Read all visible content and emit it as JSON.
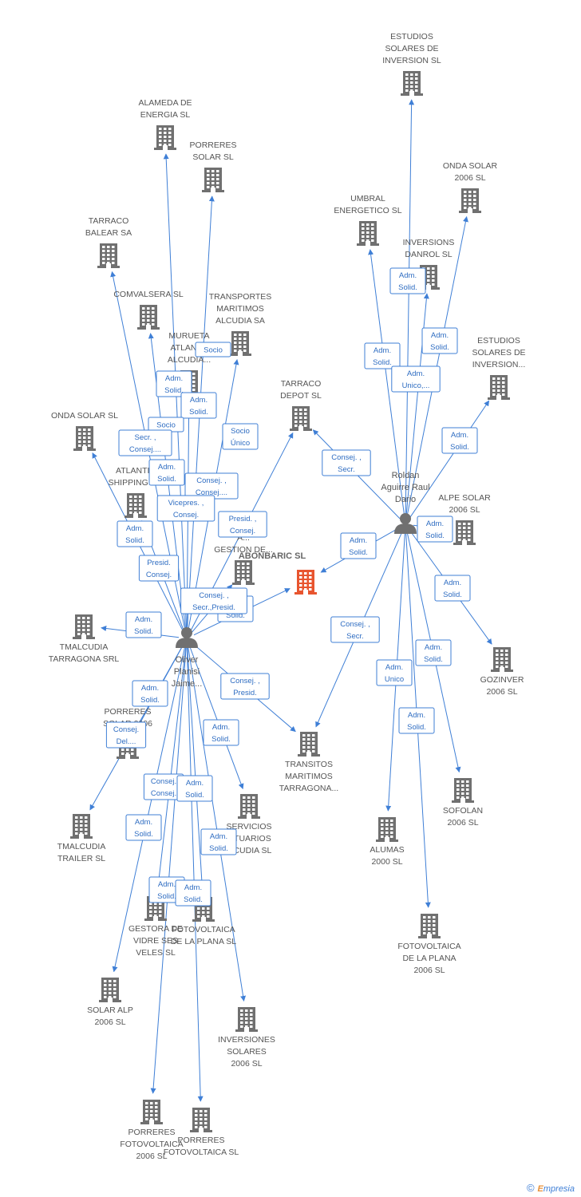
{
  "colors": {
    "edge": "#3f7fd6",
    "company": "#707070",
    "focus_company": "#e8552f",
    "person": "#707070"
  },
  "footer": {
    "copyright_symbol": "©",
    "brand_initial": "E",
    "brand_rest": "mpresia"
  },
  "companies": [
    {
      "id": "c1",
      "label": [
        "ESTUDIOS",
        "SOLARES DE",
        "INVERSION SL"
      ]
    },
    {
      "id": "c2",
      "label": [
        "ALAMEDA DE",
        "ENERGIA SL"
      ]
    },
    {
      "id": "c3",
      "label": [
        "PORRERES",
        "SOLAR SL"
      ]
    },
    {
      "id": "c4",
      "label": [
        "ONDA SOLAR",
        "2006 SL"
      ]
    },
    {
      "id": "c5",
      "label": [
        "UMBRAL",
        "ENERGETICO SL"
      ]
    },
    {
      "id": "c6",
      "label": [
        "TARRACO",
        "BALEAR SA"
      ]
    },
    {
      "id": "c7",
      "label": [
        "INVERSIONS",
        "DANROL  SL"
      ]
    },
    {
      "id": "c8",
      "label": [
        "COMVALSERA SL"
      ]
    },
    {
      "id": "c9",
      "label": [
        "TRANSPORTES",
        "MARITIMOS",
        "ALCUDIA SA"
      ]
    },
    {
      "id": "c10",
      "label": [
        "ESTUDIOS",
        "SOLARES DE",
        "INVERSION..."
      ]
    },
    {
      "id": "c11",
      "label": [
        "MURUETA",
        "ATLANT...",
        "ALCUDIA..."
      ]
    },
    {
      "id": "c12",
      "label": [
        "TARRACO",
        "DEPOT SL"
      ]
    },
    {
      "id": "c13",
      "label": [
        "ONDA SOLAR SL"
      ]
    },
    {
      "id": "c14",
      "label": [
        "ATLANTIC",
        "SHIPPING S..."
      ]
    },
    {
      "id": "c15",
      "label": [
        "ALPE SOLAR",
        "2006 SL"
      ]
    },
    {
      "id": "c16",
      "label": [
        "A...",
        "GESTION DE..."
      ]
    },
    {
      "id": "c17",
      "label": [
        "ABONBARIC SL"
      ],
      "focus": true
    },
    {
      "id": "c18",
      "label": [
        "TMALCUDIA",
        "TARRAGONA SRL"
      ]
    },
    {
      "id": "c19",
      "label": [
        "GOZINVER",
        "2006 SL"
      ]
    },
    {
      "id": "c20",
      "label": [
        "TRANSITOS",
        "MARITIMOS",
        "TARRAGONA..."
      ]
    },
    {
      "id": "c21",
      "label": [
        "PORRERES",
        "SOLAR 2006"
      ]
    },
    {
      "id": "c22",
      "label": [
        "SERVICIOS",
        "...TUARIOS",
        "...CUDIA SL"
      ]
    },
    {
      "id": "c23",
      "label": [
        "SOFOLAN",
        "2006 SL"
      ]
    },
    {
      "id": "c24",
      "label": [
        "TMALCUDIA",
        "TRAILER SL"
      ]
    },
    {
      "id": "c25",
      "label": [
        "ALUMAS",
        "2000 SL"
      ]
    },
    {
      "id": "c26",
      "label": [
        "GESTORA DE",
        "VIDRE SES",
        "VELES SL"
      ]
    },
    {
      "id": "c27",
      "label": [
        "FOTOVOLTAICA",
        "DE LA PLANA SL"
      ]
    },
    {
      "id": "c28",
      "label": [
        "FOTOVOLTAICA",
        "DE LA PLANA",
        "2006 SL"
      ]
    },
    {
      "id": "c29",
      "label": [
        "SOLAR ALP",
        "2006 SL"
      ]
    },
    {
      "id": "c30",
      "label": [
        "INVERSIONES",
        "SOLARES",
        "2006 SL"
      ]
    },
    {
      "id": "c31",
      "label": [
        "PORRERES",
        "FOTOVOLTAICA",
        "2006 SL"
      ]
    },
    {
      "id": "c32",
      "label": [
        "PORRERES",
        "FOTOVOLTAICA SL"
      ]
    }
  ],
  "persons": [
    {
      "id": "p1",
      "label": [
        "Oliver",
        "Planisi",
        "Jaime..."
      ]
    },
    {
      "id": "p2",
      "label": [
        "Roldan",
        "Aguirre Raul",
        "Dario"
      ]
    }
  ],
  "edges": [
    {
      "from": "p1",
      "to": "c2"
    },
    {
      "from": "p1",
      "to": "c3"
    },
    {
      "from": "p1",
      "to": "c6"
    },
    {
      "from": "p1",
      "to": "c8"
    },
    {
      "from": "p1",
      "to": "c9"
    },
    {
      "from": "p1",
      "to": "c11"
    },
    {
      "from": "p1",
      "to": "c12"
    },
    {
      "from": "p1",
      "to": "c13"
    },
    {
      "from": "p1",
      "to": "c14"
    },
    {
      "from": "p1",
      "to": "c16"
    },
    {
      "from": "p1",
      "to": "c17"
    },
    {
      "from": "p1",
      "to": "c18"
    },
    {
      "from": "p1",
      "to": "c20"
    },
    {
      "from": "p1",
      "to": "c21"
    },
    {
      "from": "p1",
      "to": "c22"
    },
    {
      "from": "p1",
      "to": "c24"
    },
    {
      "from": "p1",
      "to": "c26"
    },
    {
      "from": "p1",
      "to": "c27"
    },
    {
      "from": "p1",
      "to": "c29"
    },
    {
      "from": "p1",
      "to": "c30"
    },
    {
      "from": "p1",
      "to": "c31"
    },
    {
      "from": "p1",
      "to": "c32"
    },
    {
      "from": "p2",
      "to": "c1"
    },
    {
      "from": "p2",
      "to": "c4"
    },
    {
      "from": "p2",
      "to": "c5"
    },
    {
      "from": "p2",
      "to": "c7"
    },
    {
      "from": "p2",
      "to": "c10"
    },
    {
      "from": "p2",
      "to": "c12"
    },
    {
      "from": "p2",
      "to": "c15"
    },
    {
      "from": "p2",
      "to": "c17"
    },
    {
      "from": "p2",
      "to": "c19"
    },
    {
      "from": "p2",
      "to": "c20"
    },
    {
      "from": "p2",
      "to": "c23"
    },
    {
      "from": "p2",
      "to": "c25"
    },
    {
      "from": "p2",
      "to": "c28"
    }
  ],
  "edge_tags": [
    {
      "id": "t1",
      "lines": [
        "Adm.",
        "Solid."
      ]
    },
    {
      "id": "t2",
      "lines": [
        "Adm.",
        "Solid."
      ]
    },
    {
      "id": "t3",
      "lines": [
        "Adm.",
        "Solid."
      ]
    },
    {
      "id": "t4",
      "lines": [
        "Adm.",
        "Unico,..."
      ]
    },
    {
      "id": "t5",
      "lines": [
        "Adm.",
        "Solid."
      ]
    },
    {
      "id": "t6",
      "lines": [
        "Consej. ,",
        "Secr."
      ]
    },
    {
      "id": "t7",
      "lines": [
        "Adm.",
        "Solid."
      ]
    },
    {
      "id": "t8",
      "lines": [
        "Adm.",
        "Solid."
      ]
    },
    {
      "id": "t9",
      "lines": [
        "Adm.",
        "Solid."
      ]
    },
    {
      "id": "t10",
      "lines": [
        "Consej. ,",
        "Secr."
      ]
    },
    {
      "id": "t11",
      "lines": [
        "Adm.",
        "Solid."
      ]
    },
    {
      "id": "t12",
      "lines": [
        "Adm.",
        "Unico"
      ]
    },
    {
      "id": "t13",
      "lines": [
        "Adm.",
        "Solid."
      ]
    },
    {
      "id": "t14",
      "lines": [
        "Socio"
      ]
    },
    {
      "id": "t15",
      "lines": [
        "Adm.",
        "Solid."
      ]
    },
    {
      "id": "t16",
      "lines": [
        "Adm.",
        "Solid."
      ]
    },
    {
      "id": "t17",
      "lines": [
        "Socio"
      ]
    },
    {
      "id": "t18",
      "lines": [
        "Secr. ,",
        "Consej...."
      ]
    },
    {
      "id": "t19",
      "lines": [
        "Socio",
        "Único"
      ]
    },
    {
      "id": "t20",
      "lines": [
        "Adm.",
        "Solid."
      ]
    },
    {
      "id": "t21",
      "lines": [
        "Consej. ,",
        "Consej...."
      ]
    },
    {
      "id": "t22",
      "lines": [
        "Vicepres. ,",
        "Consej."
      ]
    },
    {
      "id": "t23",
      "lines": [
        "Presid. ,",
        "Consej."
      ]
    },
    {
      "id": "t24",
      "lines": [
        "Adm.",
        "Solid."
      ]
    },
    {
      "id": "t25",
      "lines": [
        "Presid.",
        "Consej."
      ]
    },
    {
      "id": "t26",
      "lines": [
        "Adm.",
        "Solid."
      ]
    },
    {
      "id": "t27",
      "lines": [
        "Consej. ,",
        "Secr.,Presid."
      ]
    },
    {
      "id": "t28",
      "lines": [
        "Adm.",
        "Solid."
      ]
    },
    {
      "id": "t29",
      "lines": [
        "Consej. ,",
        "Presid."
      ]
    },
    {
      "id": "t30",
      "lines": [
        "Adm.",
        "Solid."
      ]
    },
    {
      "id": "t31",
      "lines": [
        "Consej.",
        "Del...."
      ]
    },
    {
      "id": "t32",
      "lines": [
        "Adm.",
        "Solid."
      ]
    },
    {
      "id": "t33",
      "lines": [
        "Consej.",
        "Consej."
      ]
    },
    {
      "id": "t34",
      "lines": [
        "Adm.",
        "Solid."
      ]
    },
    {
      "id": "t35",
      "lines": [
        "Adm.",
        "Solid."
      ]
    },
    {
      "id": "t36",
      "lines": [
        "Adm.",
        "Solid."
      ]
    },
    {
      "id": "t37",
      "lines": [
        "Adm.",
        "Solid."
      ]
    },
    {
      "id": "t38",
      "lines": [
        "Adm.",
        "Solid."
      ]
    },
    {
      "id": "t39",
      "lines": [
        "Adm.",
        "Solid."
      ]
    }
  ]
}
